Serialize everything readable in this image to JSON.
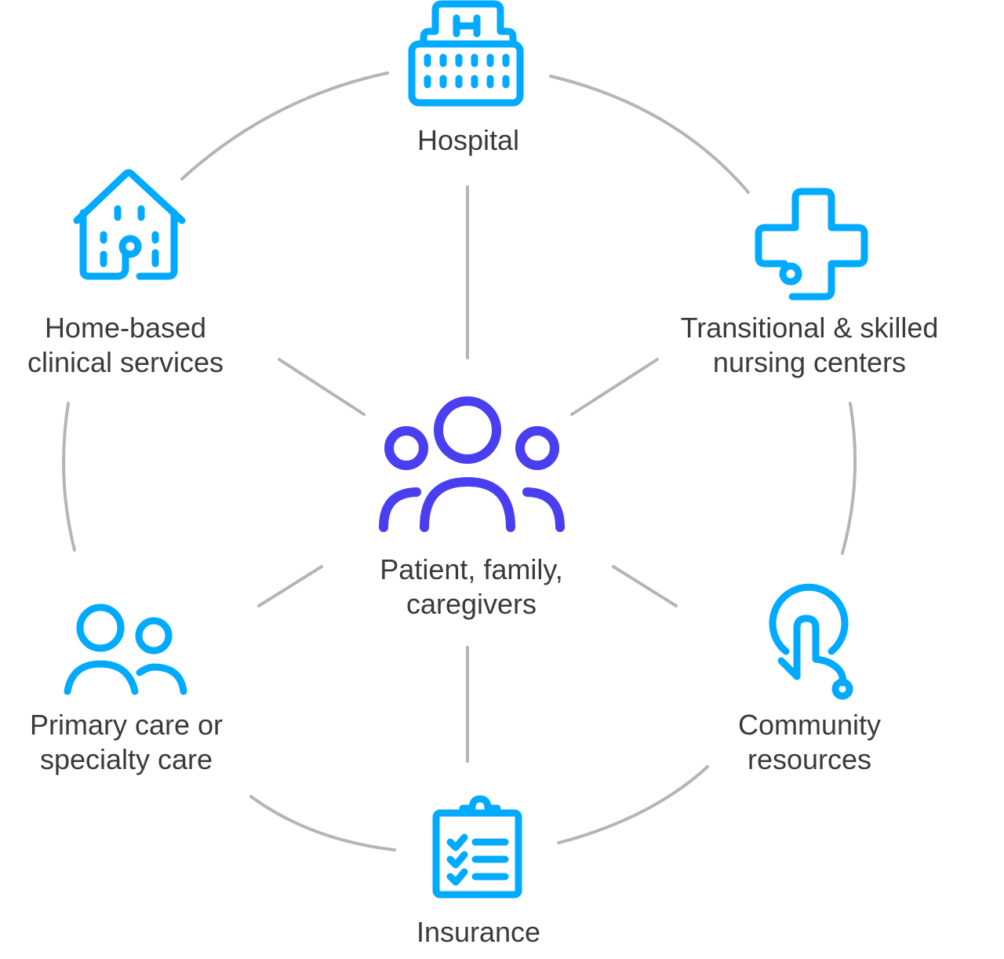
{
  "colors": {
    "icon": "#00aaff",
    "center_icon": "#4a3ff0",
    "text": "#3a3a3a",
    "connector": "#b5b5b5"
  },
  "center": {
    "icon": "people-group-icon",
    "label_lines": [
      "Patient, family,",
      "caregivers"
    ]
  },
  "nodes": {
    "hospital": {
      "icon": "hospital-building-icon",
      "label_lines": [
        "Hospital"
      ]
    },
    "transitional": {
      "icon": "medical-cross-icon",
      "label_lines": [
        "Transitional & skilled",
        "nursing centers"
      ]
    },
    "community": {
      "icon": "touch-pointer-icon",
      "label_lines": [
        "Community",
        "resources"
      ]
    },
    "insurance": {
      "icon": "clipboard-checklist-icon",
      "label_lines": [
        "Insurance"
      ]
    },
    "primary_care": {
      "icon": "two-people-icon",
      "label_lines": [
        "Primary care or",
        "specialty care"
      ]
    },
    "home_based": {
      "icon": "house-stethoscope-icon",
      "label_lines": [
        "Home-based",
        "clinical services"
      ]
    }
  }
}
